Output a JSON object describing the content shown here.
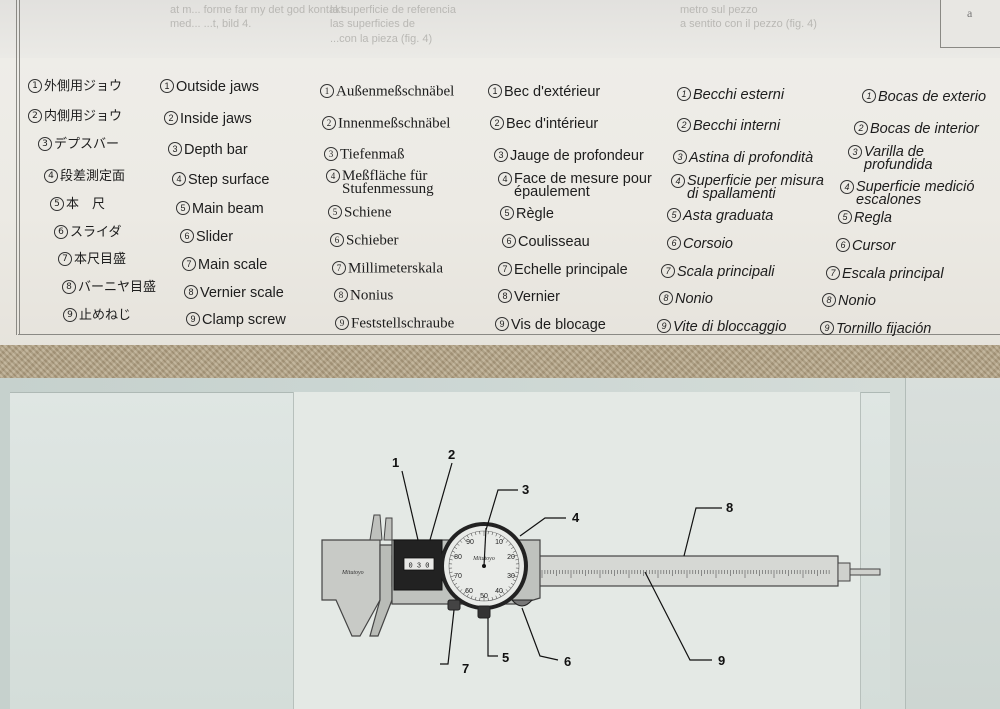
{
  "columns": {
    "ja": [
      "外側用ジョウ",
      "内側用ジョウ",
      "デプスバー",
      "段差測定面",
      "本　尺",
      "スライダ",
      "本尺目盛",
      "バーニヤ目盛",
      "止めねじ"
    ],
    "en": [
      "Outside jaws",
      "Inside jaws",
      "Depth bar",
      "Step surface",
      "Main beam",
      "Slider",
      "Main scale",
      "Vernier scale",
      "Clamp screw"
    ],
    "de": [
      "Außenmeßschnäbel",
      "Innenmeßschnäbel",
      "Tiefenmaß",
      "Meßfläche für Stufenmessung",
      "Schiene",
      "Schieber",
      "Millimeterskala",
      "Nonius",
      "Feststellschraube"
    ],
    "fr": [
      "Bec d'extérieur",
      "Bec d'intérieur",
      "Jauge de profondeur",
      "Face de mesure pour épaulement",
      "Règle",
      "Coulisseau",
      "Echelle principale",
      "Vernier",
      "Vis de blocage"
    ],
    "it": [
      "Becchi esterni",
      "Becchi interni",
      "Astina di profondità",
      "Superficie per misura di spallamenti",
      "Asta graduata",
      "Corsoio",
      "Scala principali",
      "Nonio",
      "Vite di bloccaggio"
    ],
    "es": [
      "Bocas de exterio",
      "Bocas de interior",
      "Varilla de profundida",
      "Superficie medició escalones",
      "Regla",
      "Cursor",
      "Escala principal",
      "Nonio",
      "Tornillo fijación"
    ]
  },
  "numbers": [
    "1",
    "2",
    "3",
    "4",
    "5",
    "6",
    "7",
    "8",
    "9"
  ],
  "ghost_text": {
    "line1": "at m... forme far my det god kontakt",
    "line2": "med... ...t, bild 4.",
    "line3": "la superficie de referencia",
    "line4": "las superficies de",
    "line5": "...con la pieza (fig. 4)",
    "line6": "metro sul pezzo",
    "line7": "a sentito con il pezzo (fig. 4)"
  },
  "right_box_text": "a",
  "diagram": {
    "callouts": [
      "1",
      "2",
      "3",
      "4",
      "5",
      "6",
      "7",
      "8",
      "9"
    ],
    "brand": "Mitutoyo",
    "dial_numbers": [
      "90",
      "10",
      "80",
      "20",
      "70",
      "30",
      "60",
      "40",
      "50"
    ],
    "counter_reading": "0 3 0"
  }
}
